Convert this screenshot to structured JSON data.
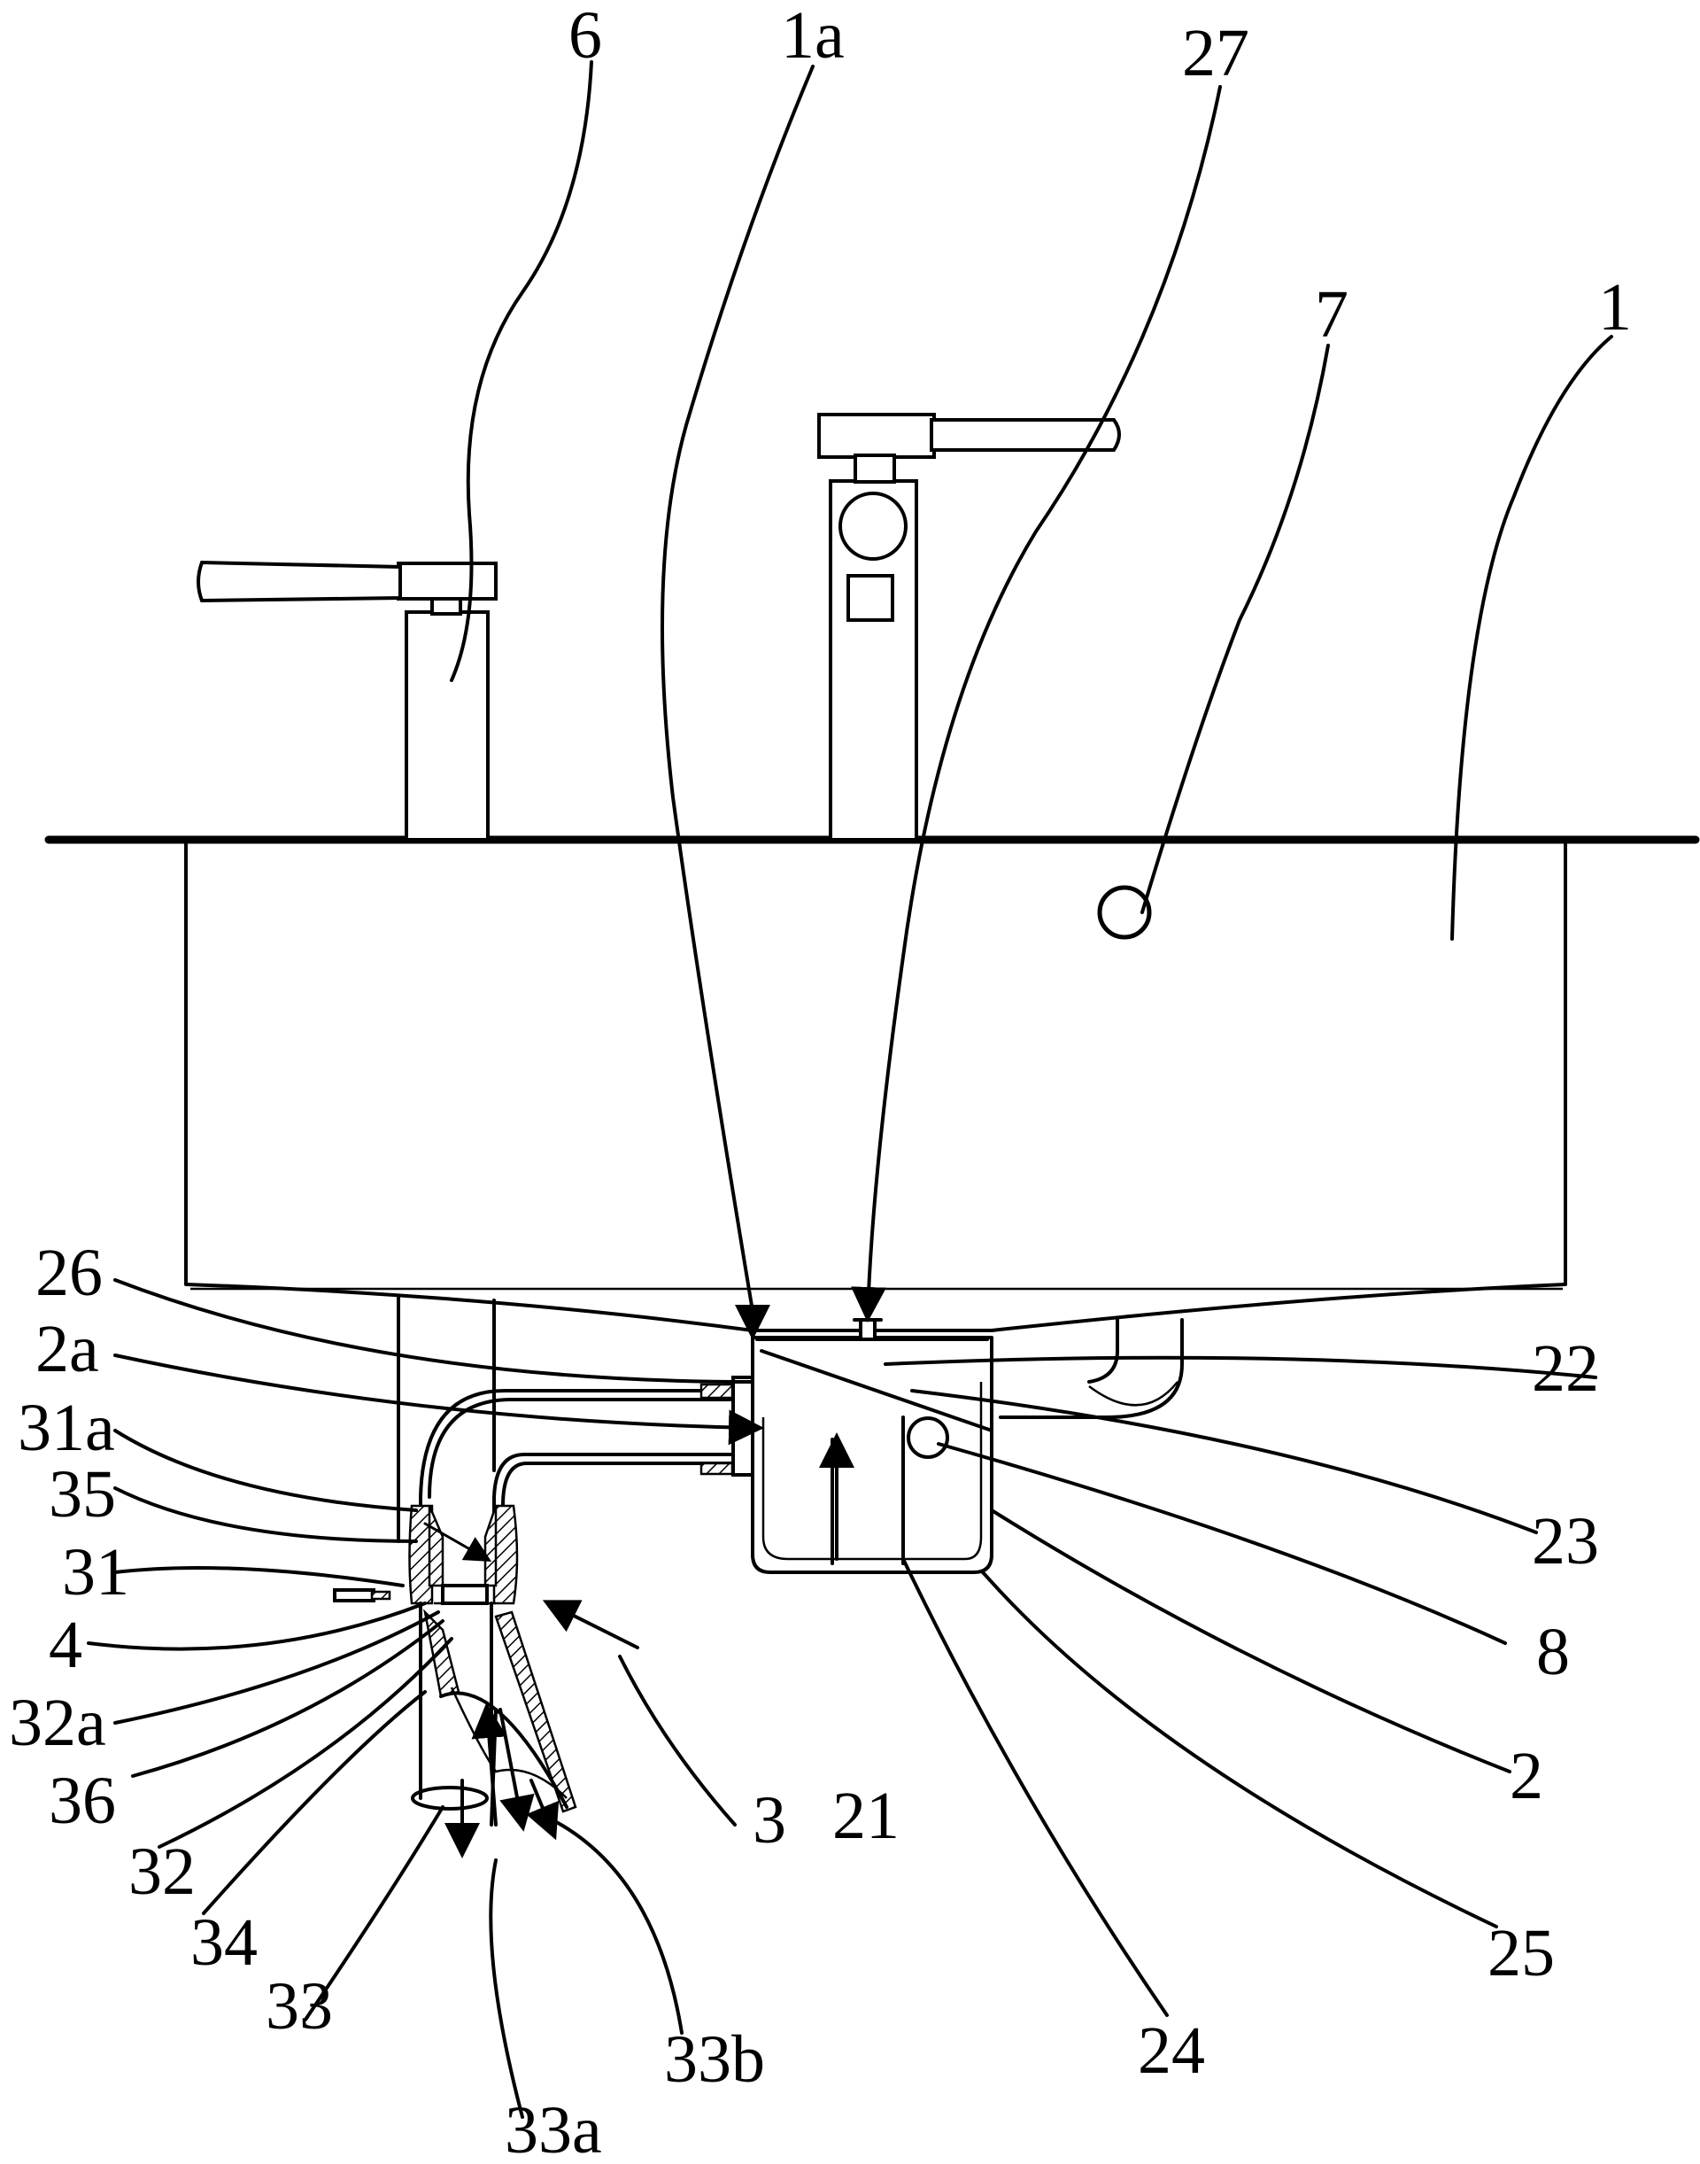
{
  "labels": {
    "l6": "6",
    "l1a": "1a",
    "l27": "27",
    "l7": "7",
    "l1": "1",
    "l26": "26",
    "l2a": "2a",
    "l31a": "31a",
    "l35": "35",
    "l31": "31",
    "l4": "4",
    "l32a": "32a",
    "l36": "36",
    "l32": "32",
    "l34": "34",
    "l33": "33",
    "l33a": "33a",
    "l33b": "33b",
    "l3": "3",
    "l21": "21",
    "l22": "22",
    "l23": "23",
    "l8": "8",
    "l2": "2",
    "l25": "25",
    "l24": "24"
  }
}
